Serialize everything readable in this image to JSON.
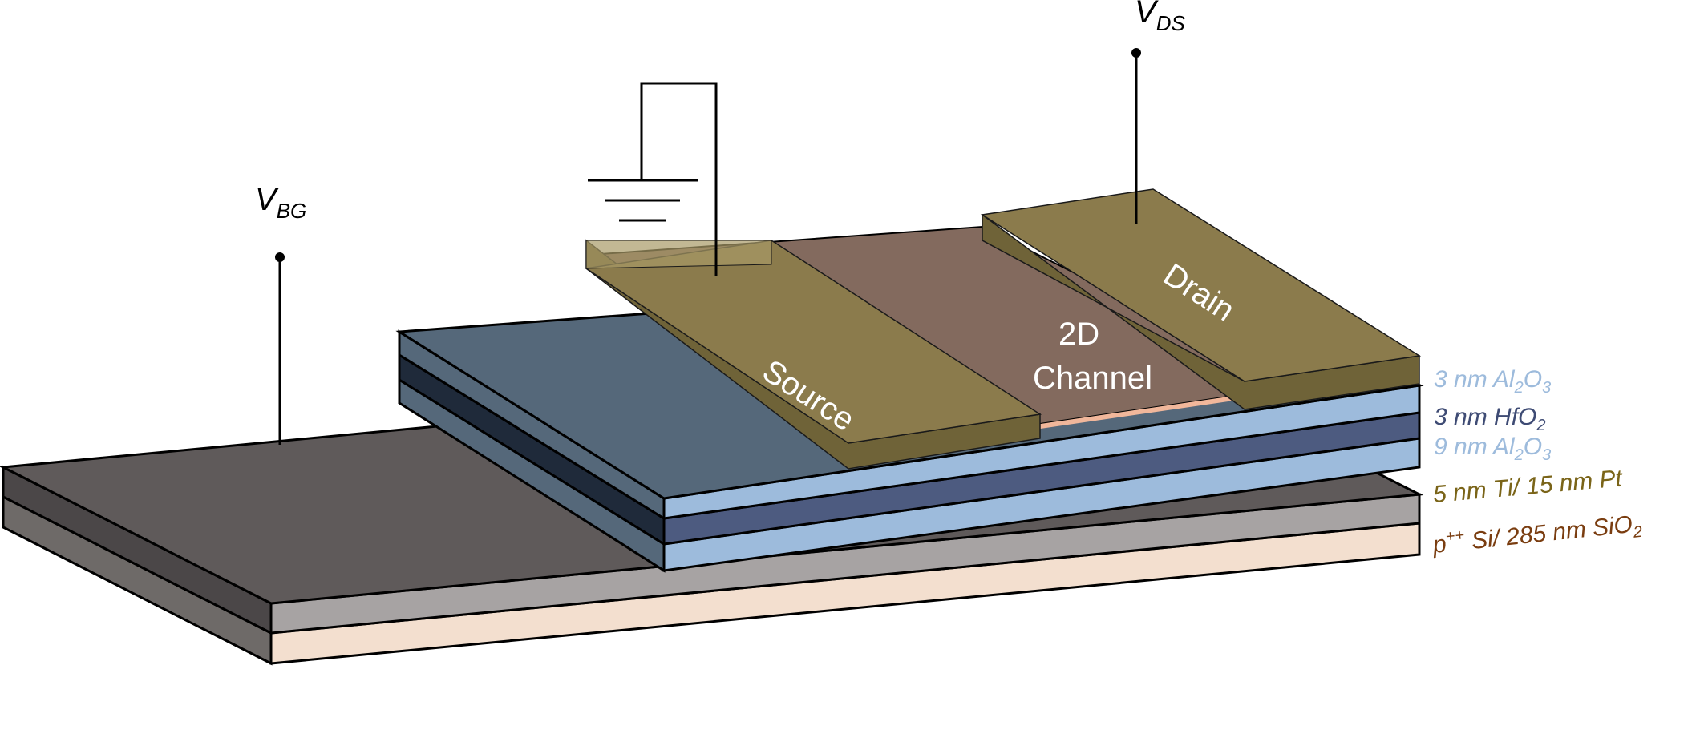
{
  "voltages": {
    "vbg": {
      "main": "V",
      "sub": "BG"
    },
    "vds": {
      "main": "V",
      "sub": "DS"
    }
  },
  "device": {
    "source": "Source",
    "drain": "Drain",
    "channel_line1": "2D",
    "channel_line2": "Channel"
  },
  "layers": [
    {
      "prefix": "3 nm Al",
      "s1": "2",
      "mid": "O",
      "s2": "3",
      "color": "#9dbbdc"
    },
    {
      "prefix": "3 nm HfO",
      "s1": "2",
      "mid": "",
      "s2": "",
      "color": "#3e4b74"
    },
    {
      "prefix": "9 nm Al",
      "s1": "2",
      "mid": "O",
      "s2": "3",
      "color": "#9dbbdc"
    },
    {
      "prefix": "5 nm Ti/ 15 nm Pt",
      "s1": "",
      "mid": "",
      "s2": "",
      "color": "#7a6418"
    },
    {
      "prefix": "p",
      "sup": "++",
      "rest": " Si/ 285 nm SiO",
      "s1": "2",
      "color": "#7a3d10"
    }
  ],
  "colors": {
    "substrate_top": "#5f5a5a",
    "substrate_side_light": "#f3dfcf",
    "pt_layer": "#a7a3a3",
    "al2o3": "#9dbbdc",
    "hfo2": "#4d5b80",
    "stack_top": "#55687a",
    "channel": "#836a5e",
    "contact": "#8a7a4a"
  }
}
